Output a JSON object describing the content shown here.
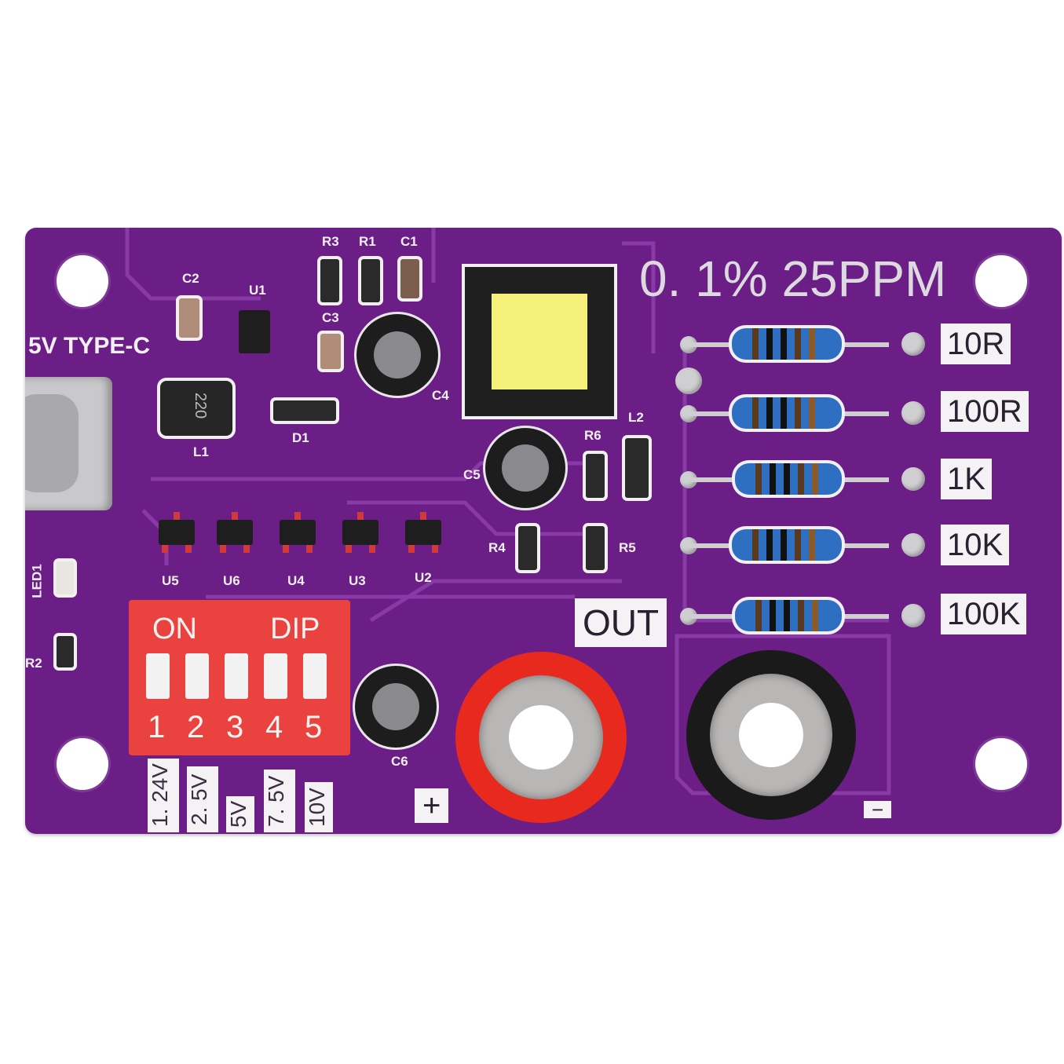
{
  "board": {
    "title": "0. 1% 25PPM",
    "usb_label": "5V TYPE-C",
    "out_label": "OUT",
    "plus": "+",
    "minus": "−",
    "colors": {
      "pcb": "#6a1e86",
      "silk": "#f2f0f4",
      "dip": "#e9423f",
      "red_post": "#e8291e",
      "black_post": "#1a1a1a"
    }
  },
  "designators": {
    "R3": "R3",
    "R1": "R1",
    "C1": "C1",
    "C2": "C2",
    "U1": "U1",
    "C3": "C3",
    "C4": "C4",
    "L1": "L1",
    "D1": "D1",
    "L2": "L2",
    "R6": "R6",
    "C5": "C5",
    "R4": "R4",
    "R5": "R5",
    "U5": "U5",
    "U6": "U6",
    "U4": "U4",
    "U3": "U3",
    "U2": "U2",
    "LED1": "LED1",
    "R2": "R2",
    "C6": "C6"
  },
  "inductor_marking": "220",
  "resistors": [
    {
      "label": "10R"
    },
    {
      "label": "100R"
    },
    {
      "label": "1K"
    },
    {
      "label": "10K"
    },
    {
      "label": "100K"
    }
  ],
  "dip": {
    "on_label": "ON",
    "dip_label": "DIP",
    "switches": [
      {
        "number": "1",
        "voltage": "1. 24V"
      },
      {
        "number": "2",
        "voltage": "2. 5V"
      },
      {
        "number": "3",
        "voltage": "5V"
      },
      {
        "number": "4",
        "voltage": "7. 5V"
      },
      {
        "number": "5",
        "voltage": "10V"
      }
    ]
  }
}
